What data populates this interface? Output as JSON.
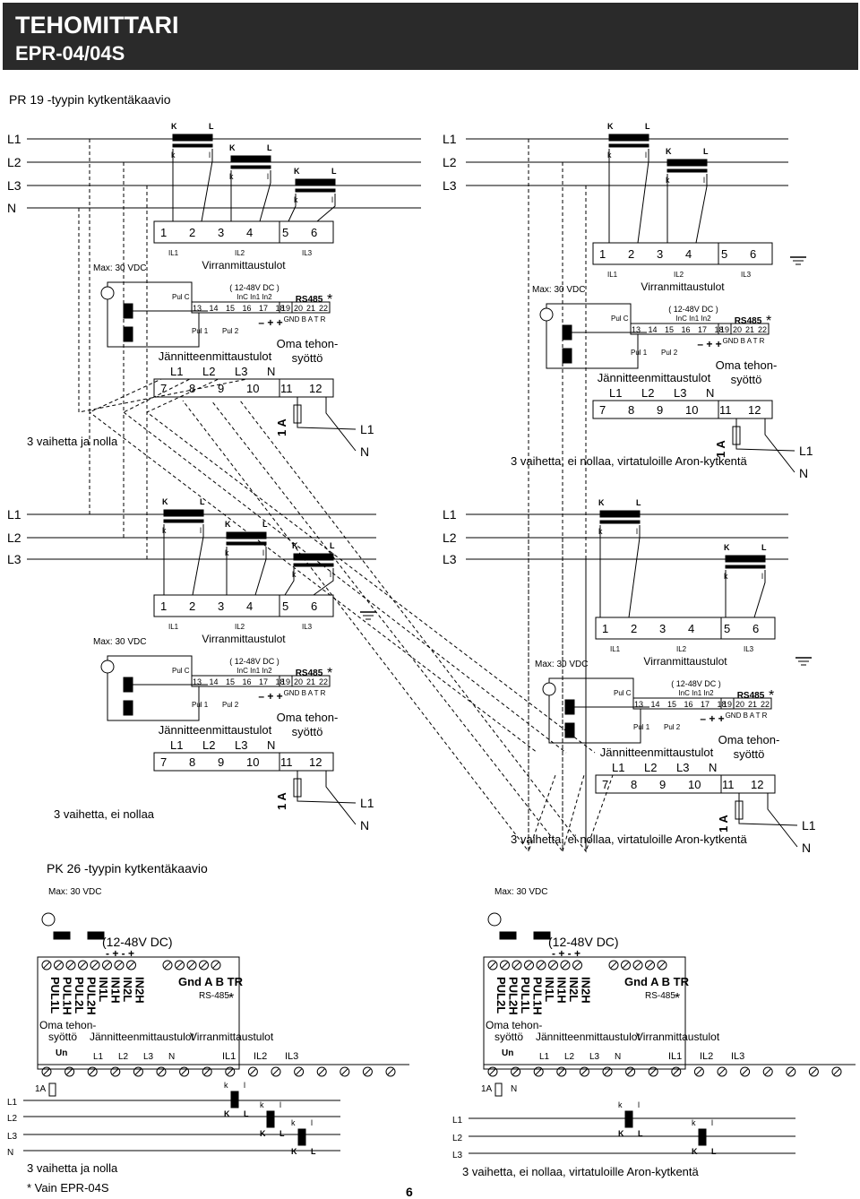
{
  "header": {
    "title": "TEHOMITTARI",
    "subtitle": "EPR-04/04S"
  },
  "sections": {
    "pr": "PR 19 -tyypin kytkentäkaavio",
    "pk": "PK 26 -tyypin kytkentäkaavio"
  },
  "page_number": "6",
  "footnote": "* Vain EPR-04S",
  "pr_labels": {
    "terminals_top": [
      "1",
      "2",
      "3",
      "4",
      "5",
      "6"
    ],
    "currents": [
      "IL1",
      "IL2",
      "IL3"
    ],
    "current_inputs": "Virranmittaustulot",
    "dc": "( 12-48V DC )",
    "inputs_hdr": "InC  In1  In2",
    "pulc": "Pul C",
    "pul_terms": [
      "13",
      "14",
      "15",
      "16",
      "17",
      "18"
    ],
    "pul_signs": "– + +",
    "pul1": "Pul 1",
    "pul2": "Pul 2",
    "rs485": "RS485",
    "rs_terms": [
      "19",
      "20",
      "21",
      "22"
    ],
    "rs_names": "GND  B   A   T R",
    "voltage_inputs": "Jännitteenmittaustulot",
    "volt_names": [
      "L1",
      "L2",
      "L3",
      "N"
    ],
    "supply": [
      "Oma tehon-",
      "syöttö"
    ],
    "terminals_bottom": [
      "7",
      "8",
      "9",
      "10",
      "11",
      "12"
    ],
    "fuse": "1 A",
    "max": "Max: 30 VDC",
    "ct_K": "K",
    "ct_L": "L",
    "ct_k": "k",
    "ct_l": "l",
    "line_L1": "L1",
    "line_L2": "L2",
    "line_L3": "L3",
    "line_N": "N"
  },
  "pr_captions": [
    "3 vaihetta ja nolla",
    "3 vaihetta, ei nollaa, virtatuloille Aron-kytkentä",
    "3 vaihetta, ei nollaa",
    "3 vaihetta, ei nollaa, virtatuloille Aron-kytkentä"
  ],
  "pk_labels": {
    "max": "Max: 30 VDC",
    "dc": "(12-48V DC)",
    "signs": "-  +  -  +",
    "cols_a": [
      "PUL1L",
      "PUL1H",
      "PUL2L",
      "PUL2H",
      "IN1L",
      "IN1H",
      "IN2L",
      "IN2H"
    ],
    "cols_b": [
      "PUL2L",
      "PUL2H",
      "PUL1L",
      "PUL1H",
      "IN1L",
      "IN1H",
      "IN2L",
      "IN2H"
    ],
    "rs": "Gnd A  B TR",
    "rs485": "RS-485",
    "supply": [
      "Oma tehon-",
      "syöttö"
    ],
    "un": "Un",
    "volt_in": "Jännitteenmittaustulot",
    "curr_in": "Virranmittaustulot",
    "volt_names": [
      "L1",
      "L2",
      "L3",
      "N"
    ],
    "curr_names": [
      "IL1",
      "IL2",
      "IL3"
    ],
    "fuse": "1A",
    "line_L1": "L1",
    "line_L2": "L2",
    "line_L3": "L3",
    "line_N": "N",
    "ct_K": "K",
    "ct_L": "L",
    "ct_k": "k",
    "ct_l": "l"
  },
  "pk_captions": [
    "3 vaihetta ja nolla",
    "3 vaihetta, ei nollaa, virtatuloille Aron-kytkentä"
  ]
}
